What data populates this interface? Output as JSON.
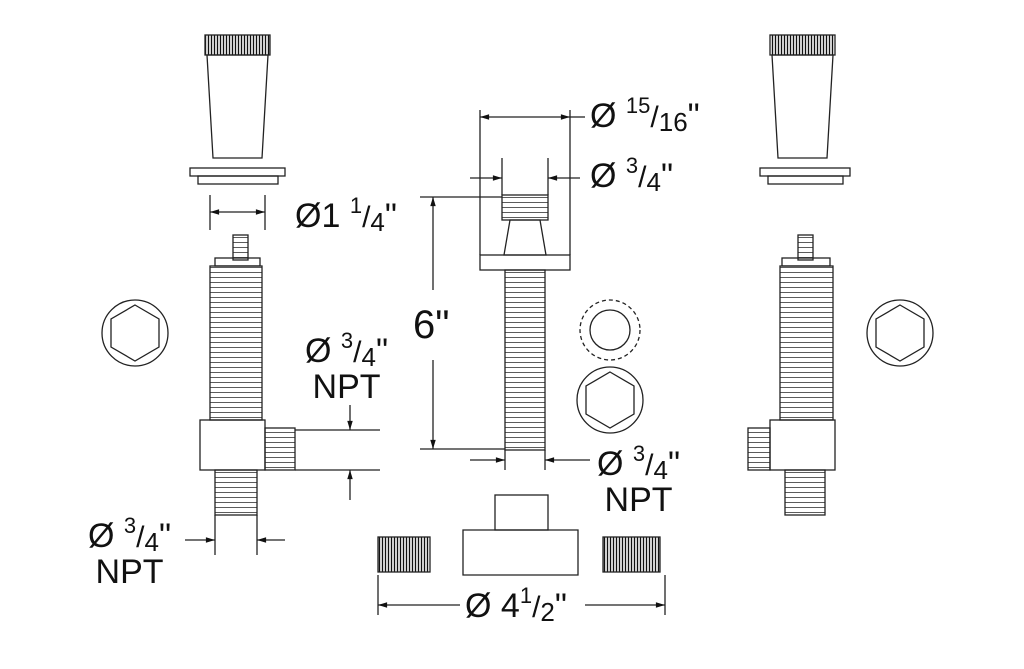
{
  "labels": {
    "cap_outer": {
      "symbol": "Ø",
      "whole": "",
      "num": "15",
      "den": "16",
      "unit": "\""
    },
    "cap_inner": {
      "symbol": "Ø",
      "whole": "",
      "num": "3",
      "den": "4",
      "unit": "\""
    },
    "left_trim": {
      "symbol": "Ø1",
      "whole": "",
      "num": "1",
      "den": "4",
      "unit": "\""
    },
    "left_outlet": {
      "symbol": "Ø",
      "whole": "",
      "num": "3",
      "den": "4",
      "unit": "\"",
      "thread": "NPT"
    },
    "left_inlet": {
      "symbol": "Ø",
      "whole": "",
      "num": "3",
      "den": "4",
      "unit": "\"",
      "thread": "NPT"
    },
    "center_stem": {
      "symbol": "Ø",
      "whole": "",
      "num": "3",
      "den": "4",
      "unit": "\"",
      "thread": "NPT"
    },
    "height": {
      "text": "6\""
    },
    "spread": {
      "symbol": "Ø",
      "whole": "4",
      "num": "1",
      "den": "2",
      "unit": "\""
    }
  },
  "colors": {
    "line": "#222222",
    "background": "#ffffff"
  }
}
